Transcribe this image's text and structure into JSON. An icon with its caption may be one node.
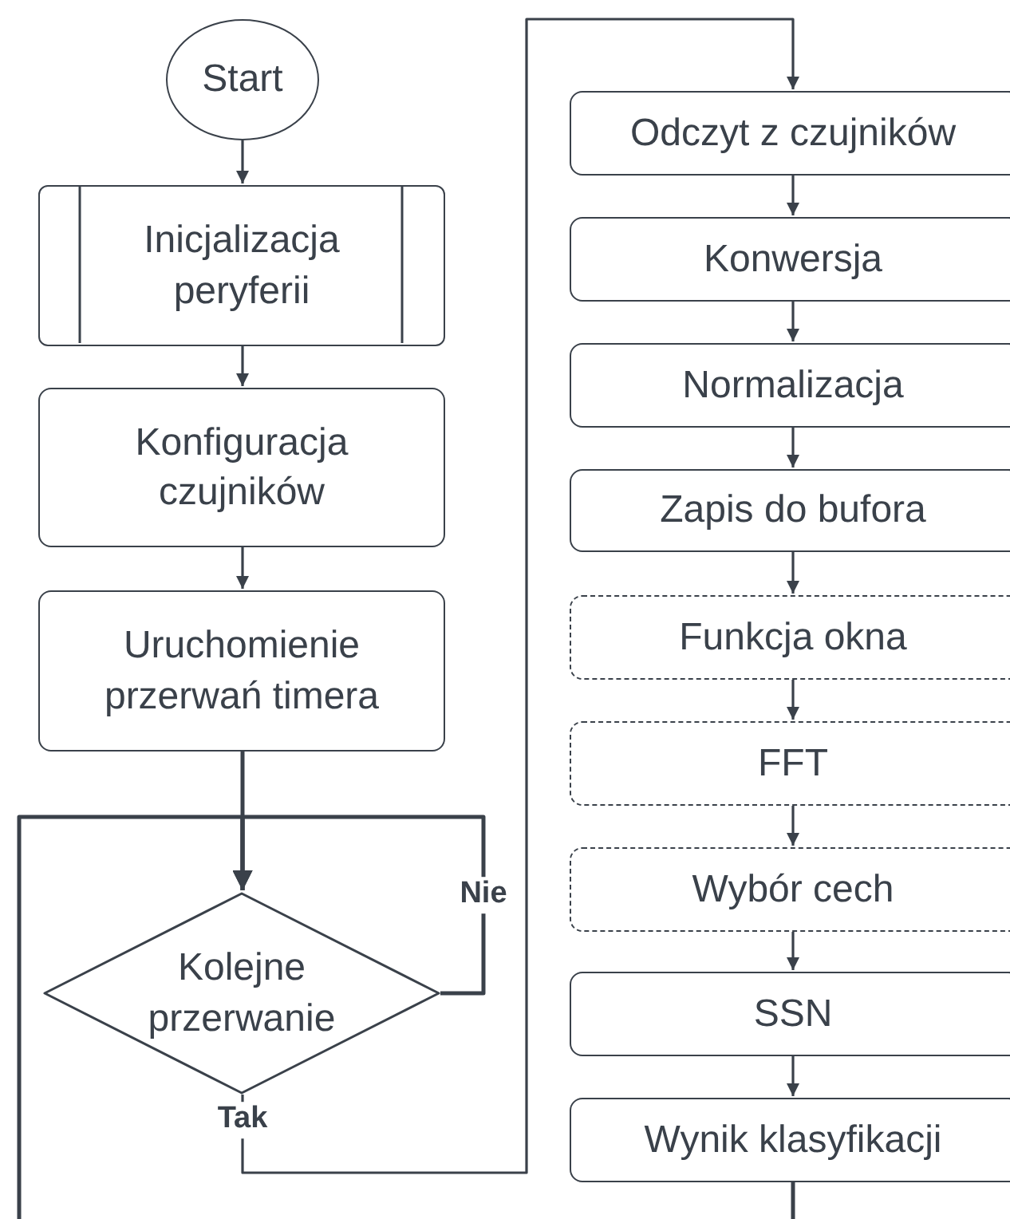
{
  "diagram": {
    "nodes": [
      {
        "text": [
          "Start"
        ]
      },
      {
        "text": [
          "Inicjalizacja peryferii"
        ]
      },
      {
        "text": [
          "Konfiguracja czujników"
        ]
      },
      {
        "text": [
          "Uruchomienie przerwań timera"
        ]
      },
      {
        "text": [
          "Kolejne przerwanie"
        ]
      },
      {
        "text": [
          "Odczyt z czujników"
        ]
      },
      {
        "text": [
          "Konwersja"
        ]
      },
      {
        "text": [
          "Normalizacja"
        ]
      },
      {
        "text": [
          "Zapis do bufora"
        ]
      },
      {
        "text": [
          "Funkcja okna"
        ]
      },
      {
        "text": [
          "FFT"
        ]
      },
      {
        "text": [
          "Wybór cech"
        ]
      },
      {
        "text": [
          "SSN"
        ]
      },
      {
        "text": [
          "Wynik klasyfikacji"
        ]
      }
    ],
    "edges": [
      {
        "from": 0,
        "to": 1,
        "arrow": "to"
      },
      {
        "from": 1,
        "to": 2,
        "arrow": "to"
      },
      {
        "from": 2,
        "to": 3,
        "arrow": "to"
      },
      {
        "from": 3,
        "to": 4,
        "arrow": "to"
      },
      {
        "from": 4,
        "to": 4,
        "arrow": "to",
        "label": "Nie"
      },
      {
        "from": 4,
        "to": 5,
        "arrow": "to",
        "label": "Tak"
      },
      {
        "from": 5,
        "to": 6,
        "arrow": "to"
      },
      {
        "from": 6,
        "to": 7,
        "arrow": "to"
      },
      {
        "from": 7,
        "to": 8,
        "arrow": "to"
      },
      {
        "from": 8,
        "to": 9,
        "arrow": "to"
      },
      {
        "from": 9,
        "to": 10,
        "arrow": "to"
      },
      {
        "from": 10,
        "to": 11,
        "arrow": "to"
      },
      {
        "from": 11,
        "to": 12,
        "arrow": "to"
      },
      {
        "from": 12,
        "to": 13,
        "arrow": "to"
      },
      {
        "from": 13,
        "to": 4,
        "arrow": "to"
      }
    ]
  }
}
